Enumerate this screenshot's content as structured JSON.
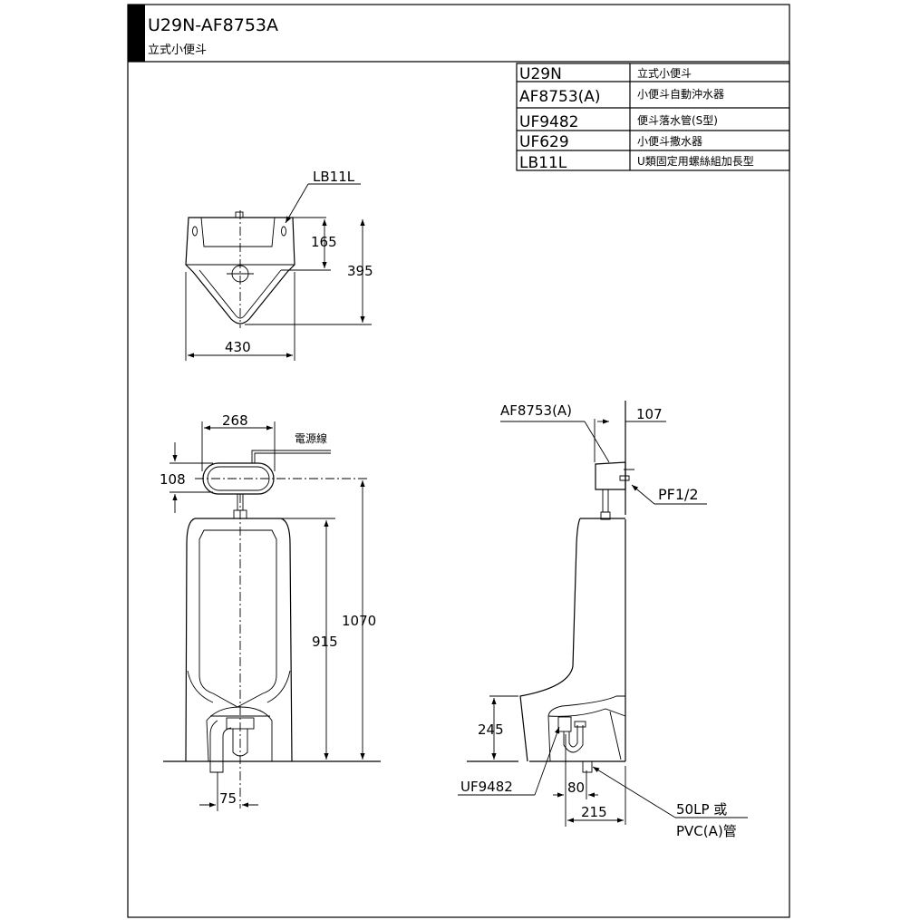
{
  "title_block": {
    "model": "U29N-AF8753A",
    "subtitle": "立式小便斗"
  },
  "parts_table": [
    {
      "code": "U29N",
      "description": "立式小便斗"
    },
    {
      "code": "AF8753(A)",
      "description": "小便斗自動沖水器"
    },
    {
      "code": "UF9482",
      "description": "便斗落水管(S型)"
    },
    {
      "code": "UF629",
      "description": "小便斗撒水器"
    },
    {
      "code": "LB11L",
      "description": "U類固定用螺絲組加長型"
    }
  ],
  "top_view": {
    "label_bolt": "LB11L",
    "dim_depth_top": "165",
    "dim_depth": "395",
    "dim_width": "430"
  },
  "front_view": {
    "dim_valve_width": "268",
    "label_power": "電源線",
    "dim_valve_height": "108",
    "dim_body_height": "915",
    "dim_total_height": "1070",
    "dim_drain_offset": "75"
  },
  "side_view": {
    "label_valve": "AF8753(A)",
    "dim_valve_depth": "107",
    "label_inlet": "PF1/2",
    "dim_drain_height": "245",
    "label_trap": "UF9482",
    "dim_trap_offset": "80",
    "dim_drain_depth": "215",
    "label_pipe_line1": "50LP 或",
    "label_pipe_line2": "PVC(A)管"
  }
}
